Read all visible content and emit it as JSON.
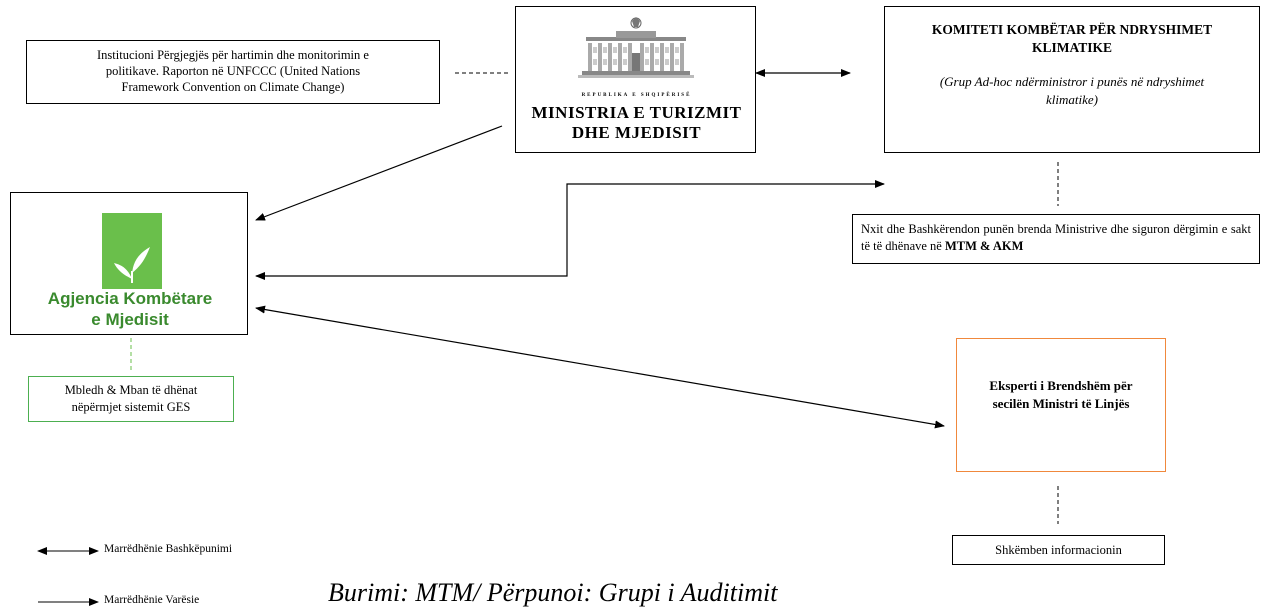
{
  "institucioni": {
    "line1": "Institucioni Përgjegjës për hartimin dhe monitorimin e",
    "line2": "politikave. Raporton në UNFCCC (United Nations",
    "line3": "Framework Convention on Climate Change)"
  },
  "ministria": {
    "small": "REPUBLIKA E SHQIPËRISË",
    "line1": "MINISTRIA E TURIZMIT",
    "line2": "DHE MJEDISIT"
  },
  "komiteti": {
    "title": "KOMITETI KOMBËTAR PËR NDRYSHIMET KLIMATIKE",
    "subtitle": "(Grup Ad-hoc ndërministror i punës në ndryshimet klimatike)"
  },
  "nxit": {
    "text": "Nxit dhe Bashkërendon punën brenda Ministrive dhe siguron dërgimin e sakt të të dhënave në ",
    "bold": "MTM & AKM"
  },
  "akm": {
    "line1": "Agjencia Kombëtare",
    "line2": "e Mjedisit"
  },
  "mbledh": {
    "text": "Mbledh & Mban të dhënat nëpërmjet sistemit GES"
  },
  "eksperti": {
    "text": "Eksperti i Brendshëm për secilën Ministri të Linjës"
  },
  "shkemben": {
    "text": "Shkëmben informacionin"
  },
  "legend": {
    "cooperation": "Marrëdhënie Bashkëpunimi",
    "dependency": "Marrëdhënie Varësie"
  },
  "source": "Burimi: MTM/ Përpunoi: Grupi i Auditimit",
  "colors": {
    "akm_green": "#3a8a2e",
    "leaf_green": "#6abf4b",
    "green_border": "#4caf50",
    "orange_border": "#f0883c"
  }
}
